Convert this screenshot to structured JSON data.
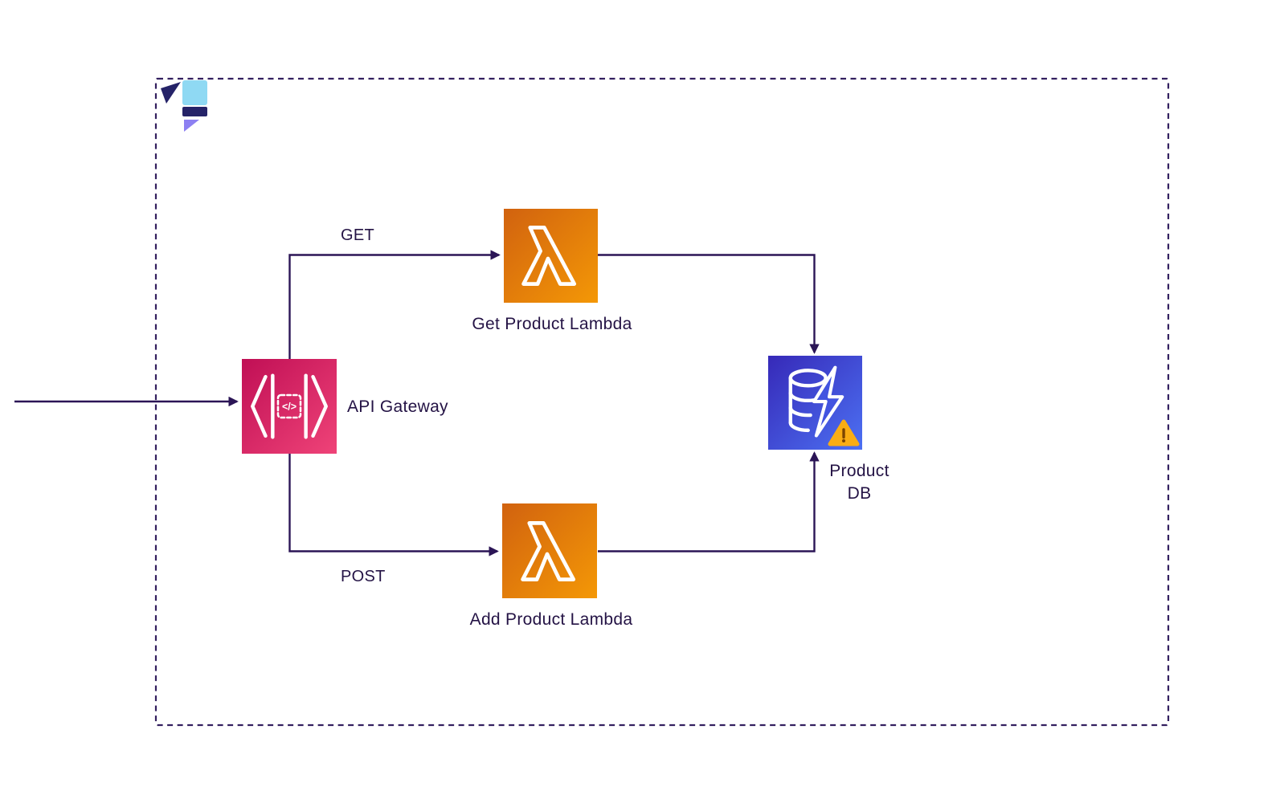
{
  "diagram": {
    "logo": {
      "name": "diagram-tool-logo"
    },
    "nodes": {
      "api_gateway": {
        "label": "API Gateway",
        "glyph_text": "</>"
      },
      "get_lambda": {
        "label": "Get Product Lambda"
      },
      "add_lambda": {
        "label": "Add Product Lambda"
      },
      "product_db": {
        "lines": [
          "Product",
          "DB"
        ]
      }
    },
    "edges": {
      "get": {
        "label": "GET"
      },
      "post": {
        "label": "POST"
      }
    },
    "colors": {
      "line": "#2b1556",
      "text": "#241345",
      "frame_border": "#33205f",
      "api_gateway_gradient": [
        "#c00f55",
        "#ef4378"
      ],
      "lambda_gradient": [
        "#d1620f",
        "#f49806"
      ],
      "db_gradient": [
        "#3629b8",
        "#4c70f2"
      ],
      "warning_badge": "#f9ad14",
      "logo_blue": "#8fd9f3",
      "logo_indigo": "#252368",
      "logo_purple": "#8d80f2"
    }
  }
}
